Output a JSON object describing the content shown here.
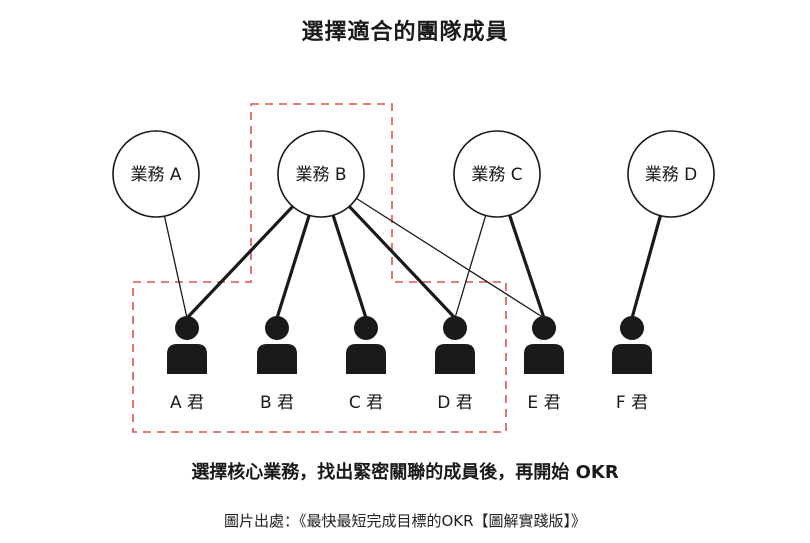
{
  "title": "選擇適合的團隊成員",
  "caption": "選擇核心業務，找出緊密關聯的成員後，再開始 OKR",
  "source": "圖片出處：《最快最短完成目標的OKR【圖解實踐版】》",
  "businesses": [
    {
      "id": "A",
      "label": "業務 A"
    },
    {
      "id": "B",
      "label": "業務 B"
    },
    {
      "id": "C",
      "label": "業務 C"
    },
    {
      "id": "D",
      "label": "業務 D"
    }
  ],
  "members": [
    {
      "id": "A",
      "label": "A 君"
    },
    {
      "id": "B",
      "label": "B 君"
    },
    {
      "id": "C",
      "label": "C 君"
    },
    {
      "id": "D",
      "label": "D 君"
    },
    {
      "id": "E",
      "label": "E 君"
    },
    {
      "id": "F",
      "label": "F 君"
    }
  ],
  "links": [
    {
      "from": "A",
      "to": "A",
      "strength": "weak"
    },
    {
      "from": "B",
      "to": "A",
      "strength": "strong"
    },
    {
      "from": "B",
      "to": "B",
      "strength": "strong"
    },
    {
      "from": "B",
      "to": "C",
      "strength": "strong"
    },
    {
      "from": "B",
      "to": "D",
      "strength": "strong"
    },
    {
      "from": "B",
      "to": "E",
      "strength": "weak"
    },
    {
      "from": "C",
      "to": "D",
      "strength": "weak"
    },
    {
      "from": "C",
      "to": "E",
      "strength": "strong"
    },
    {
      "from": "D",
      "to": "F",
      "strength": "strong"
    }
  ],
  "colors": {
    "line": "#1a1a1a",
    "dashed": "#d9534f",
    "fill": "#1a1a1a"
  }
}
